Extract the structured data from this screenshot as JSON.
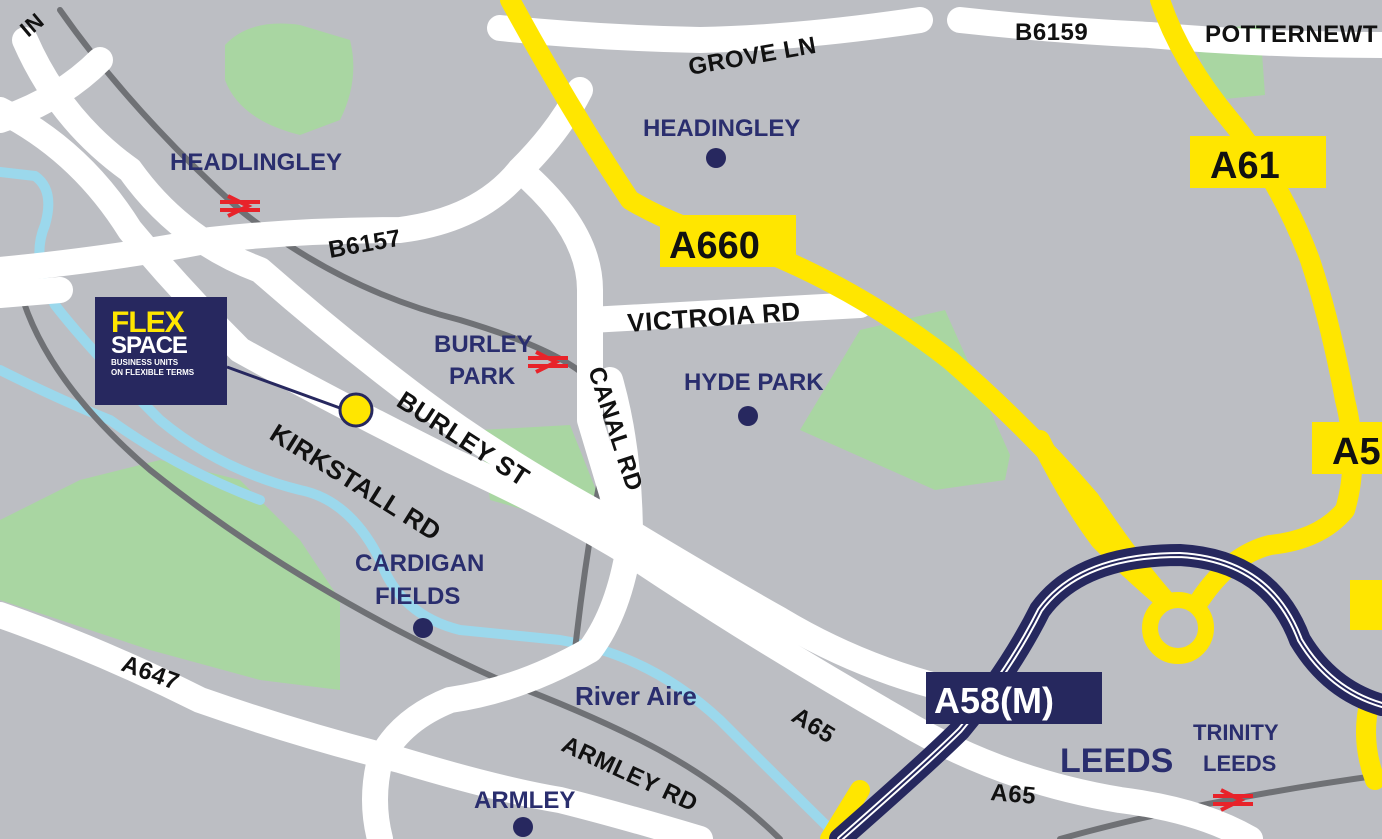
{
  "colors": {
    "background": "#bcbec3",
    "park": "#a9d6a2",
    "river": "#9bd8ec",
    "road": "#ffffff",
    "a_road": "#ffe600",
    "motorway": "#26285e",
    "railway": "#6f7175",
    "place_text": "#2a2e6e",
    "rail_icon": "#e8232a",
    "location_marker": "#ffe600"
  },
  "roads": {
    "grove_ln": "GROVE LN",
    "b6159": "B6159",
    "potternewton": "POTTERNEWT",
    "b6157": "B6157",
    "victoria_rd": "VICTROIA RD",
    "burley_st": "BURLEY ST",
    "kirkstall_rd": "KIRKSTALL RD",
    "canal_rd": "CANAL RD",
    "a647": "A647",
    "armley_rd": "ARMLEY RD",
    "a65_1": "A65",
    "a65_2": "A65",
    "top_left_partial": "IN"
  },
  "shields": {
    "a660": "A660",
    "a61": "A61",
    "a5_partial": "A5",
    "a58m": "A58(M)"
  },
  "places": {
    "headingley": "HEADINGLEY",
    "headlingley_station": "HEADLINGLEY",
    "burley_park_line1": "BURLEY",
    "burley_park_line2": "PARK",
    "hyde_park": "HYDE PARK",
    "cardigan_line1": "CARDIGAN",
    "cardigan_line2": "FIELDS",
    "armley": "ARMLEY",
    "leeds": "LEEDS",
    "trinity_line1": "TRINITY",
    "trinity_line2": "LEEDS"
  },
  "river": "River Aire",
  "logo": {
    "line1": "FLEX",
    "line2": "SPACE",
    "tag1": "BUSINESS UNITS",
    "tag2": "ON FLEXIBLE TERMS"
  },
  "icons": [
    "rail-icon",
    "place-dot-icon",
    "location-marker-icon"
  ]
}
